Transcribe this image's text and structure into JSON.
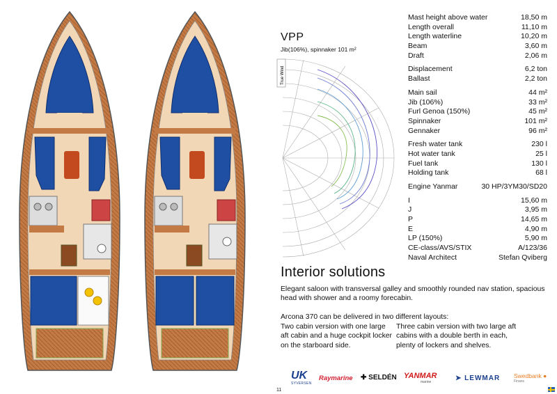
{
  "vpp": {
    "title": "VPP",
    "subtitle": "Jib(106%), spinnaker 101 m²",
    "axis_label": "True Wind"
  },
  "specs": [
    {
      "label": "Mast height above water",
      "value": "18,50 m"
    },
    {
      "label": "Length overall",
      "value": "11,10 m"
    },
    {
      "label": "Length waterline",
      "value": "10,20 m"
    },
    {
      "label": "Beam",
      "value": "3,60 m"
    },
    {
      "label": "Draft",
      "value": "2,06 m"
    },
    {
      "gap": true
    },
    {
      "label": "Displacement",
      "value": "6,2 ton"
    },
    {
      "label": "Ballast",
      "value": "2,2 ton"
    },
    {
      "gap": true
    },
    {
      "label": "Main sail",
      "value": "44 m²"
    },
    {
      "label": "Jib (106%)",
      "value": "33 m²"
    },
    {
      "label": "Furl Genoa (150%)",
      "value": "45 m²"
    },
    {
      "label": "Spinnaker",
      "value": "101 m²"
    },
    {
      "label": "Gennaker",
      "value": "96 m²"
    },
    {
      "gap": true
    },
    {
      "label": "Fresh water tank",
      "value": "230 l"
    },
    {
      "label": "Hot water tank",
      "value": "25 l"
    },
    {
      "label": "Fuel tank",
      "value": "130 l"
    },
    {
      "label": "Holding tank",
      "value": "68 l"
    },
    {
      "gap": true
    },
    {
      "label": "Engine Yanmar",
      "value": "30 HP/3YM30/SD20"
    },
    {
      "gap": true
    },
    {
      "label": "I",
      "value": "15,60 m"
    },
    {
      "label": "J",
      "value": "3,95 m"
    },
    {
      "label": "P",
      "value": "14,65 m"
    },
    {
      "label": "E",
      "value": "4,90 m"
    },
    {
      "label": "LP (150%)",
      "value": "5,90 m"
    },
    {
      "label": "CE-class/AVS/STIX",
      "value": "A/123/36"
    },
    {
      "label": "Naval Architect",
      "value": "Stefan Qviberg"
    }
  ],
  "interior": {
    "title": "Interior solutions",
    "description": "Elegant saloon with transversal galley and smoothly rounded nav station, spacious head with shower and a roomy forecabin.",
    "layouts_intro": "Arcona 370 can be delivered in two different layouts:",
    "two_cabin": "Two cabin version with one large aft cabin and a huge cockpit locker on the starboard side.",
    "three_cabin": "Three cabin version with two large aft cabins with a double berth in each, plenty of lockers and shelves."
  },
  "logos": {
    "uk": "UK",
    "uk_sub": "SYVERSEN",
    "raymarine": "Raymarine",
    "selden": "SELDÉN",
    "yanmar": "YANMAR",
    "yanmar_sub": "marine",
    "lewmar": "LEWMAR",
    "swedbank": "Swedbank",
    "swedbank_sub": "Finans"
  },
  "page_number": "11",
  "colors": {
    "upholstery": "#1e4fa3",
    "wood": "#c47a45",
    "sole": "#f2d7b7",
    "accent_red": "#d04020"
  }
}
